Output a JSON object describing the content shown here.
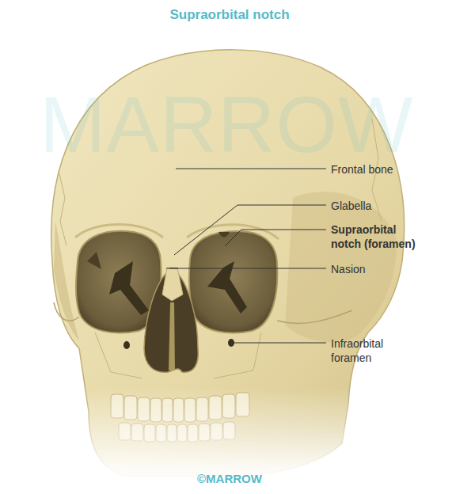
{
  "diagram": {
    "title": "Supraorbital notch",
    "labels": [
      "MARROW",
      "Frontal bone",
      "Glabella",
      "Supraorbital notch (foramen)",
      "Nasion",
      "Infraorbital foramen",
      "©MARROW"
    ]
  }
}
